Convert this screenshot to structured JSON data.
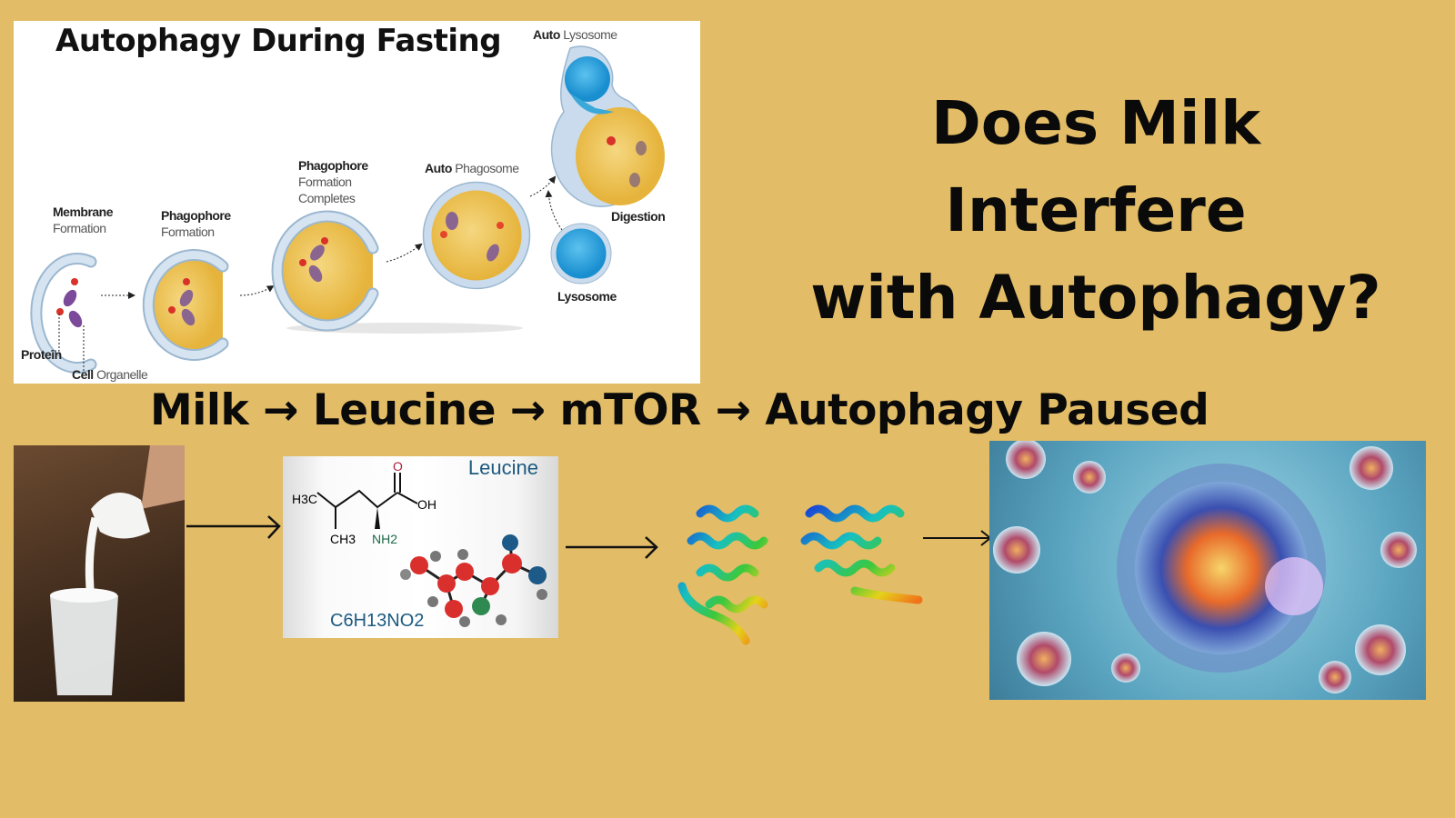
{
  "diagram": {
    "title": "Autophagy During Fasting",
    "stages": [
      {
        "bold": "Membrane",
        "rest": "Formation"
      },
      {
        "bold": "Phagophore",
        "rest": "Formation"
      },
      {
        "bold": "Phagophore",
        "rest": "Formation Completes"
      },
      {
        "bold": "Auto",
        "rest": "Phagosome"
      },
      {
        "bold": "Auto",
        "rest": "Lysosome"
      }
    ],
    "labels": {
      "protein": "Protein",
      "cell_bold": "Cell",
      "cell_rest": "Organelle",
      "digestion": "Digestion",
      "lysosome": "Lysosome"
    }
  },
  "headline": {
    "line1": "Does Milk Interfere",
    "line2": "with Autophagy?"
  },
  "flow_text": "Milk → Leucine → mTOR → Autophagy Paused",
  "leucine": {
    "name": "Leucine",
    "formula": "C6H13NO2",
    "atoms": {
      "h3c": "H3C",
      "ch3": "CH3",
      "nh2": "NH2",
      "o": "O",
      "oh": "OH"
    }
  },
  "colors": {
    "background": "#e2bc66",
    "leucine_text": "#1d5a80",
    "membrane": "#c9dbec",
    "cytoplasm": "#efc24e"
  }
}
